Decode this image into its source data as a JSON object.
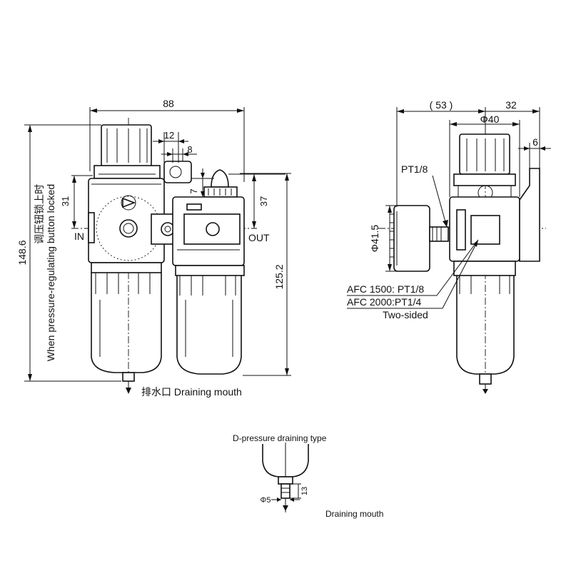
{
  "dimensions": {
    "width_88": "88",
    "d12": "12",
    "d8": "8",
    "d31": "31",
    "d7": "7",
    "d37": "37",
    "d148": "148.6",
    "d125": "125.2",
    "d53": "( 53 )",
    "d32": "32",
    "phi40": "Φ40",
    "d6": "6",
    "phi41": "Φ41.5",
    "phi5": "Φ5",
    "d13": "13"
  },
  "labels": {
    "in": "IN",
    "out": "OUT",
    "lock_cn": "调压钮锁上时",
    "lock_en": "When pressure-regulating button locked",
    "drain_main": "排水口 Draining mouth",
    "pt18": "PT1/8",
    "afc1500": "AFC 1500: PT1/8",
    "afc2000": "AFC 2000:PT1/4",
    "two_sided": "Two-sided",
    "d_type": "D-pressure draining type",
    "drain_small": "Draining mouth"
  }
}
